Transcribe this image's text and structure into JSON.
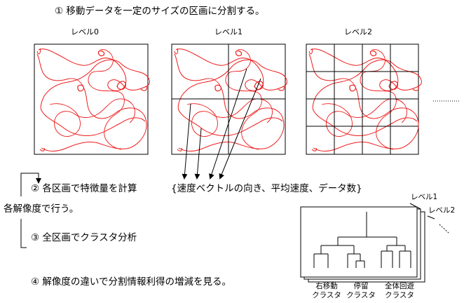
{
  "colors": {
    "trajectory": "#ee1c1c",
    "line": "#000000"
  },
  "steps": {
    "step1": "① 移動データを一定のサイズの区画に分割する。",
    "step2": "② 各区画で特徴量を計算",
    "features": "{速度ベクトルの向き、平均速度、データ数}",
    "side_note": "各解像度で行う。",
    "step3": "③ 全区画でクラスタ分析",
    "step4": "④ 解像度の違いで分割情報利得の増減を見る。"
  },
  "levels": [
    {
      "label": "レベル0",
      "divisions": 1
    },
    {
      "label": "レベル1",
      "divisions": 2
    },
    {
      "label": "レベル2",
      "divisions": 4
    }
  ],
  "dendrogram": {
    "panel_labels": [
      "レベル1",
      "レベル2"
    ],
    "clusters": [
      {
        "line1": "右移動",
        "line2": "クラスタ"
      },
      {
        "line1": "停留",
        "line2": "クラスタ"
      },
      {
        "line1": "全体回遊",
        "line2": "クラスタ"
      }
    ]
  }
}
